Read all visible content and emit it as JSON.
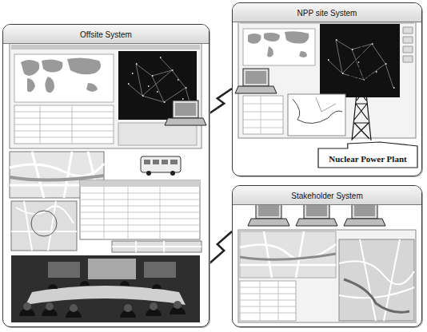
{
  "diagram": {
    "nodes": [
      {
        "text": [
          "Offsite System"
        ]
      },
      {
        "text": [
          "NPP site System"
        ]
      },
      {
        "text": [
          "Nuclear Power Plant"
        ],
        "in": 1
      },
      {
        "text": [
          "Stakeholder System"
        ]
      }
    ],
    "edges": [
      {
        "from": 0,
        "to": 1,
        "arrow": "none"
      },
      {
        "from": 0,
        "to": 3,
        "arrow": "none"
      }
    ]
  }
}
